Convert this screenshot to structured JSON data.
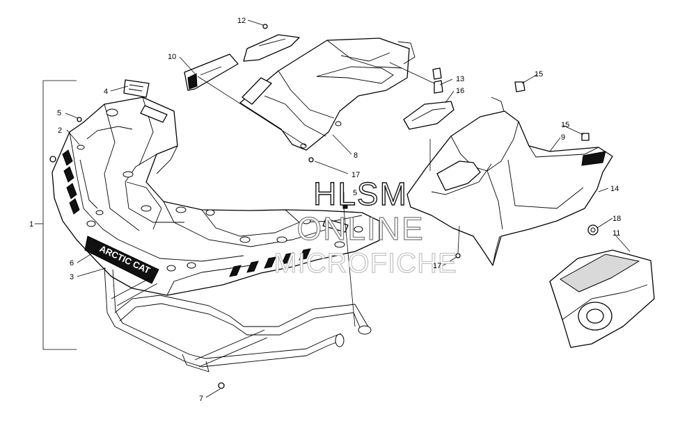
{
  "diagram": {
    "callouts": [
      {
        "id": "c1",
        "label": "1"
      },
      {
        "id": "c2",
        "label": "2"
      },
      {
        "id": "c3",
        "label": "3"
      },
      {
        "id": "c4",
        "label": "4"
      },
      {
        "id": "c5a",
        "label": "5"
      },
      {
        "id": "c5b",
        "label": "5"
      },
      {
        "id": "c6",
        "label": "6"
      },
      {
        "id": "c7",
        "label": "7"
      },
      {
        "id": "c8",
        "label": "8"
      },
      {
        "id": "c9",
        "label": "9"
      },
      {
        "id": "c10",
        "label": "10"
      },
      {
        "id": "c11",
        "label": "11"
      },
      {
        "id": "c12",
        "label": "12"
      },
      {
        "id": "c13",
        "label": "13"
      },
      {
        "id": "c14",
        "label": "14"
      },
      {
        "id": "c15a",
        "label": "15"
      },
      {
        "id": "c15b",
        "label": "15"
      },
      {
        "id": "c16",
        "label": "16"
      },
      {
        "id": "c17a",
        "label": "17"
      },
      {
        "id": "c17b",
        "label": "17"
      },
      {
        "id": "c18",
        "label": "18"
      }
    ],
    "decal_text": "ARCTIC CAT",
    "watermark": {
      "line1": "HLSM",
      "line2": "ONLINE",
      "line3": "MICROFICHE"
    }
  }
}
